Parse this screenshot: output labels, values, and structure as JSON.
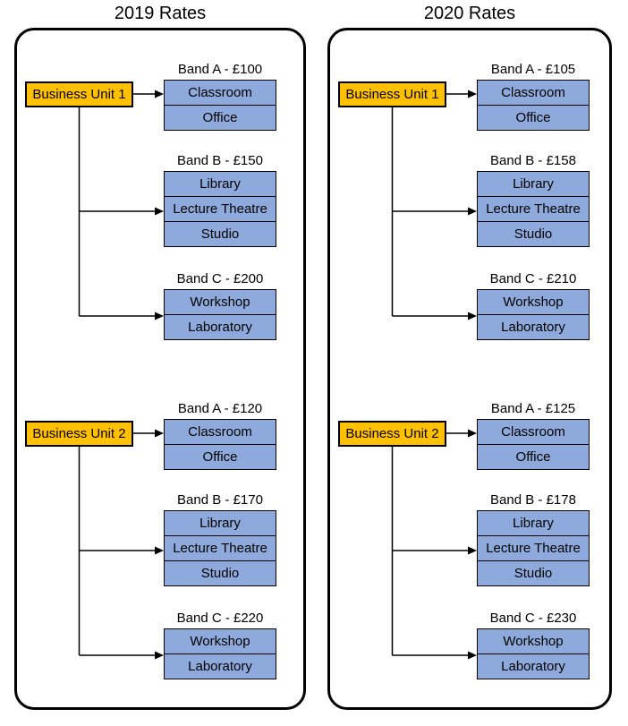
{
  "colors": {
    "unit_box": "#FFC000",
    "room_box": "#8EA9DB",
    "border": "#000000",
    "background": "#FFFFFF"
  },
  "panels": [
    {
      "title": "2019 Rates",
      "groups": [
        {
          "unit": "Business Unit 1",
          "bands": [
            {
              "label": "Band A - £100",
              "rooms": [
                "Classroom",
                "Office"
              ]
            },
            {
              "label": "Band B - £150",
              "rooms": [
                "Library",
                "Lecture Theatre",
                "Studio"
              ]
            },
            {
              "label": "Band C - £200",
              "rooms": [
                "Workshop",
                "Laboratory"
              ]
            }
          ]
        },
        {
          "unit": "Business Unit 2",
          "bands": [
            {
              "label": "Band A - £120",
              "rooms": [
                "Classroom",
                "Office"
              ]
            },
            {
              "label": "Band B - £170",
              "rooms": [
                "Library",
                "Lecture Theatre",
                "Studio"
              ]
            },
            {
              "label": "Band C - £220",
              "rooms": [
                "Workshop",
                "Laboratory"
              ]
            }
          ]
        }
      ]
    },
    {
      "title": "2020 Rates",
      "groups": [
        {
          "unit": "Business Unit 1",
          "bands": [
            {
              "label": "Band A - £105",
              "rooms": [
                "Classroom",
                "Office"
              ]
            },
            {
              "label": "Band B - £158",
              "rooms": [
                "Library",
                "Lecture Theatre",
                "Studio"
              ]
            },
            {
              "label": "Band C - £210",
              "rooms": [
                "Workshop",
                "Laboratory"
              ]
            }
          ]
        },
        {
          "unit": "Business Unit 2",
          "bands": [
            {
              "label": "Band A - £125",
              "rooms": [
                "Classroom",
                "Office"
              ]
            },
            {
              "label": "Band B - £178",
              "rooms": [
                "Library",
                "Lecture Theatre",
                "Studio"
              ]
            },
            {
              "label": "Band C - £230",
              "rooms": [
                "Workshop",
                "Laboratory"
              ]
            }
          ]
        }
      ]
    }
  ]
}
